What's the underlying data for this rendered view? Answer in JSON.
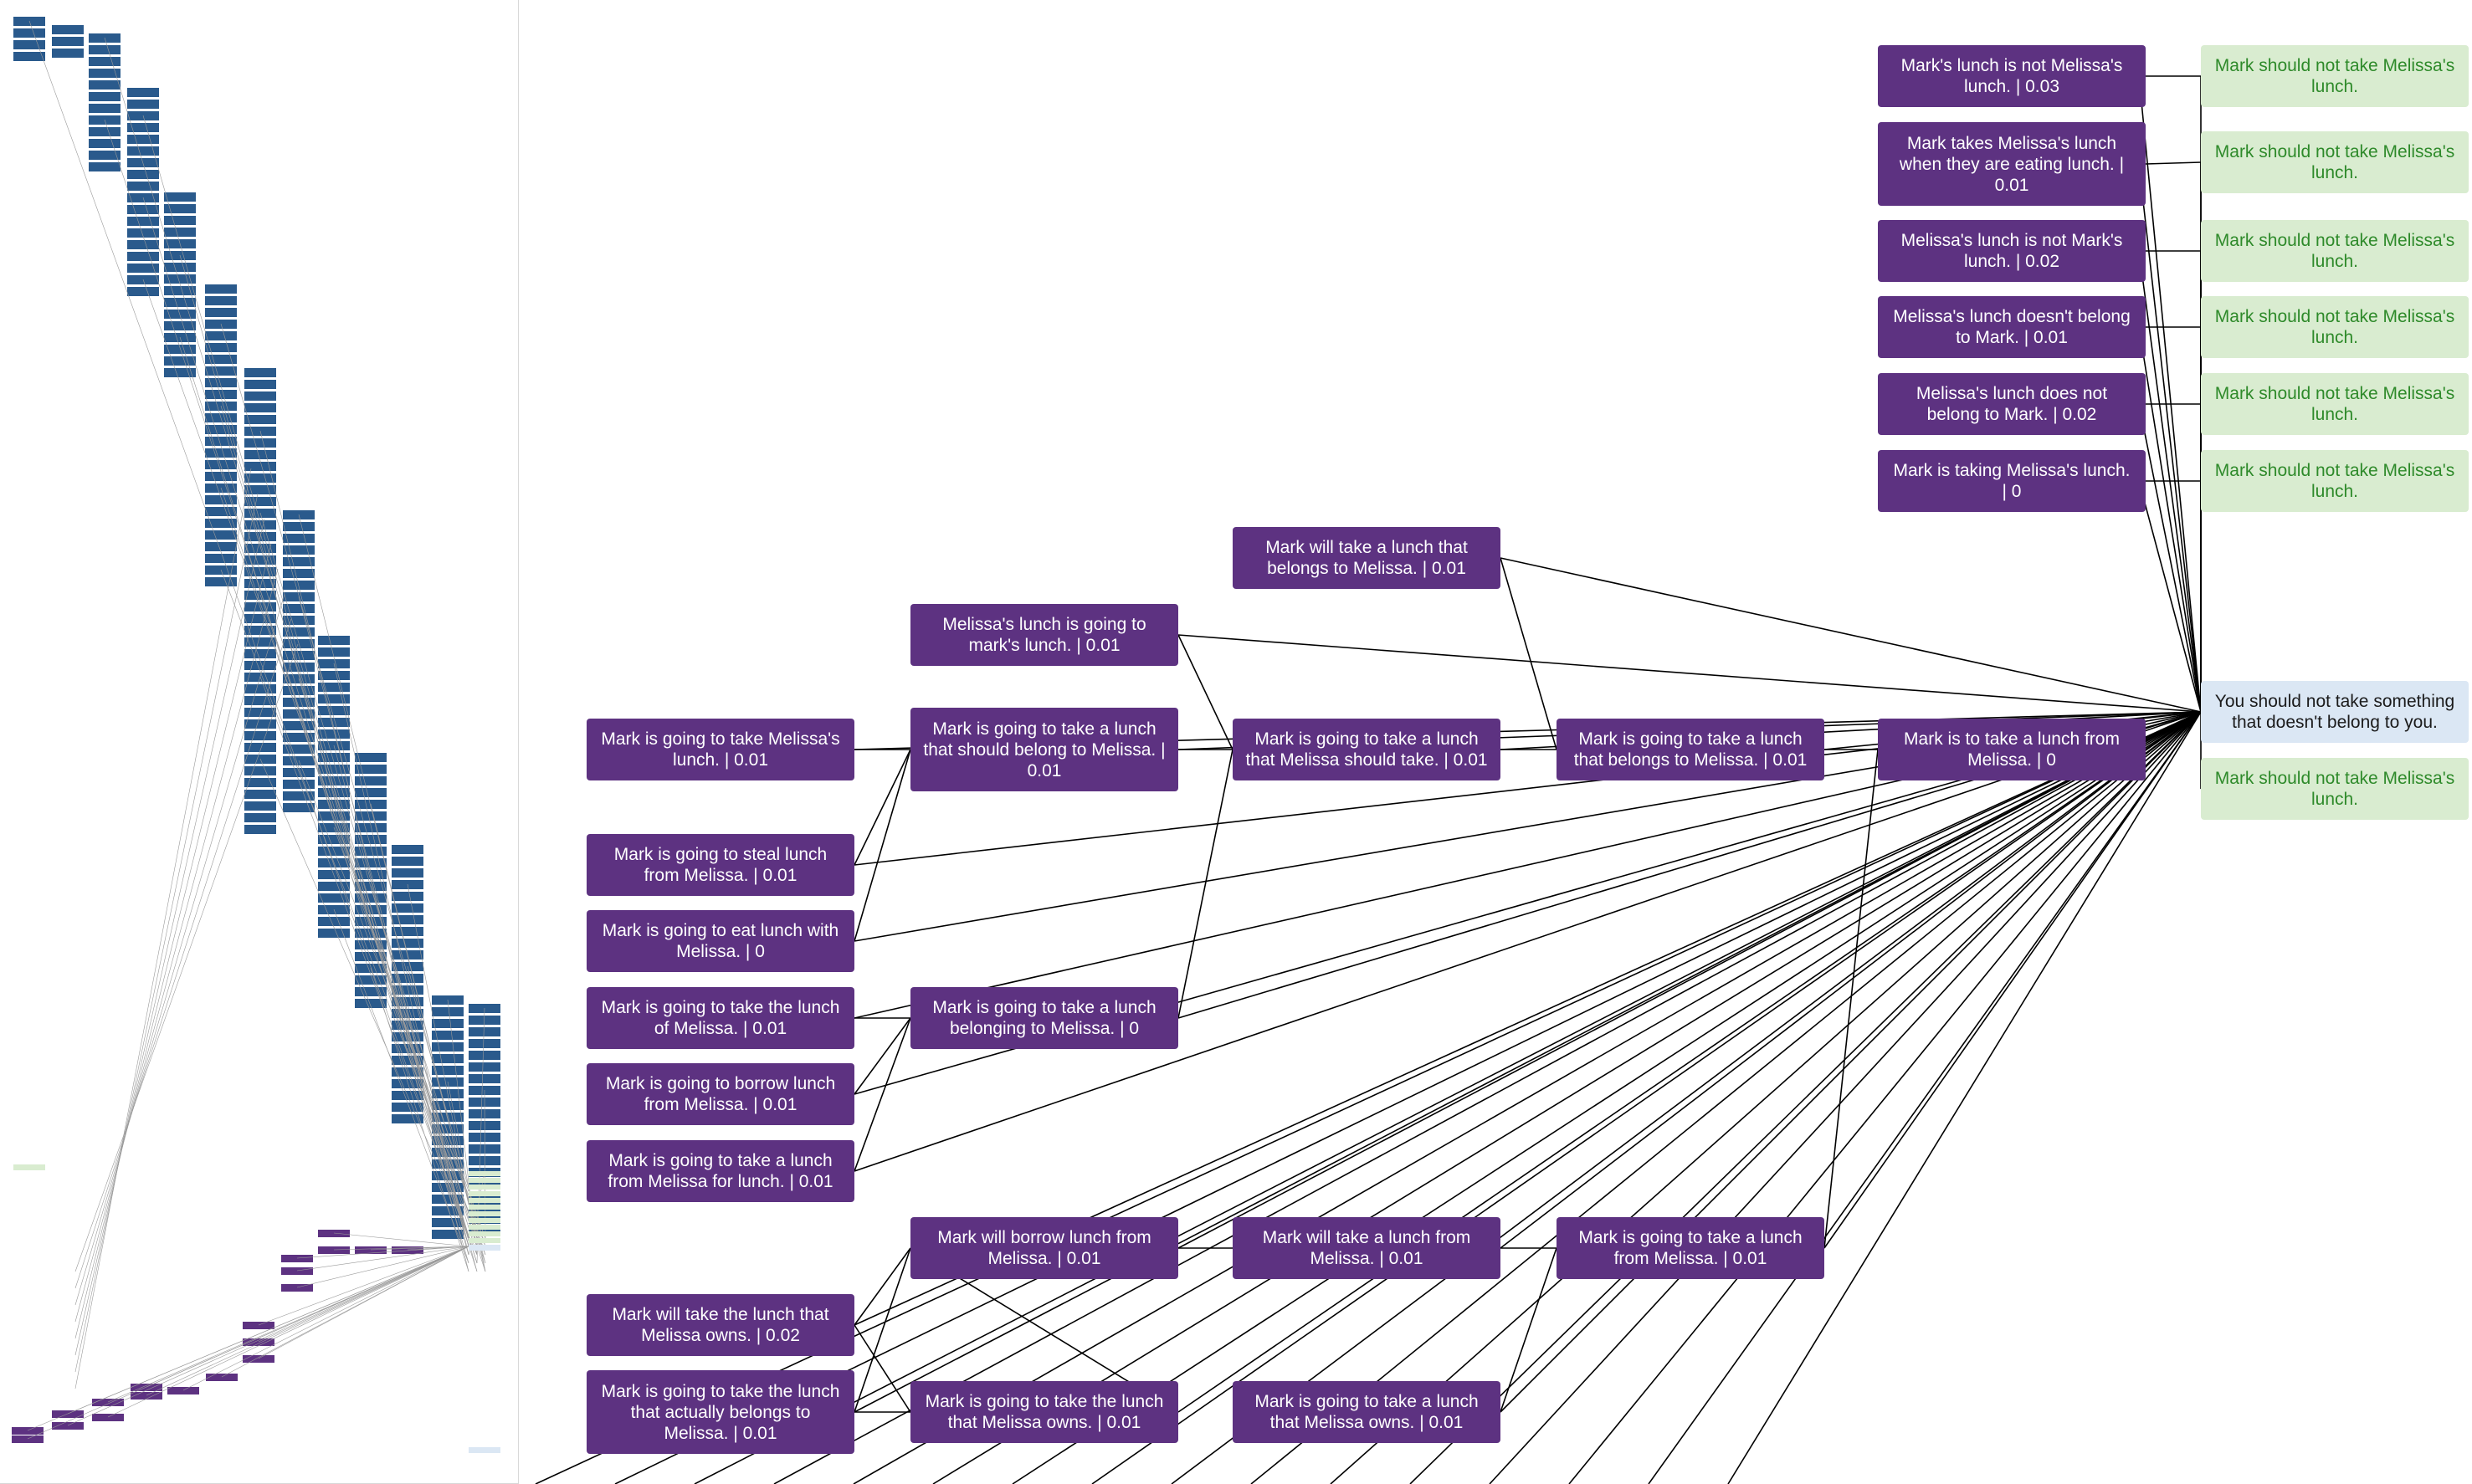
{
  "root": {
    "text": "You should not take something that doesn't belong to you."
  },
  "conclusions": [
    {
      "id": "c1",
      "text": "Mark should not take Melissa's lunch."
    },
    {
      "id": "c2",
      "text": "Mark should not take Melissa's lunch."
    },
    {
      "id": "c3",
      "text": "Mark should not take Melissa's lunch."
    },
    {
      "id": "c4",
      "text": "Mark should not take Melissa's lunch."
    },
    {
      "id": "c5",
      "text": "Mark should not take Melissa's lunch."
    },
    {
      "id": "c6",
      "text": "Mark should not take Melissa's lunch."
    },
    {
      "id": "c7",
      "text": "Mark should not take Melissa's lunch."
    }
  ],
  "premises": [
    {
      "id": "p1",
      "text": "Mark's lunch is not Melissa's lunch. | 0.03"
    },
    {
      "id": "p2",
      "text": "Mark takes Melissa's lunch when they are eating lunch. | 0.01"
    },
    {
      "id": "p3",
      "text": "Melissa's lunch is not Mark's lunch. | 0.02"
    },
    {
      "id": "p4",
      "text": "Melissa's lunch doesn't belong to Mark. | 0.01"
    },
    {
      "id": "p5",
      "text": "Melissa's lunch does not belong to Mark. | 0.02"
    },
    {
      "id": "p6",
      "text": "Mark is taking Melissa's lunch. | 0"
    },
    {
      "id": "p7",
      "text": "Mark is to take a lunch from Melissa. | 0"
    },
    {
      "id": "p8",
      "text": "Mark will take a lunch that belongs to Melissa. | 0.01"
    },
    {
      "id": "p9",
      "text": "Melissa's lunch is going to mark's lunch. | 0.01"
    },
    {
      "id": "p10",
      "text": "Mark is going to take Melissa's lunch. | 0.01"
    },
    {
      "id": "p11",
      "text": "Mark is going to take a lunch that should belong to Melissa. | 0.01"
    },
    {
      "id": "p12",
      "text": "Mark is going to take a lunch that Melissa should take. | 0.01"
    },
    {
      "id": "p13",
      "text": "Mark is going to take a lunch that belongs to Melissa. | 0.01"
    },
    {
      "id": "p14",
      "text": "Mark is going to steal lunch from Melissa. | 0.01"
    },
    {
      "id": "p15",
      "text": "Mark is going to eat lunch with Melissa. | 0"
    },
    {
      "id": "p16",
      "text": "Mark is going to take the lunch of Melissa. | 0.01"
    },
    {
      "id": "p17",
      "text": "Mark is going to take a lunch belonging to Melissa. | 0"
    },
    {
      "id": "p18",
      "text": "Mark is going to borrow lunch from Melissa. | 0.01"
    },
    {
      "id": "p19",
      "text": "Mark is going to take a lunch from Melissa for lunch. | 0.01"
    },
    {
      "id": "p20",
      "text": "Mark will borrow lunch from Melissa. | 0.01"
    },
    {
      "id": "p21",
      "text": "Mark will take a lunch from Melissa. | 0.01"
    },
    {
      "id": "p22",
      "text": "Mark is going to take a lunch from Melissa. | 0.01"
    },
    {
      "id": "p23",
      "text": "Mark will take the lunch that Melissa owns. | 0.02"
    },
    {
      "id": "p24",
      "text": "Mark is going to take the lunch that actually belongs to Melissa. | 0.01"
    },
    {
      "id": "p25",
      "text": "Mark is going to take the lunch that Melissa owns. | 0.01"
    },
    {
      "id": "p26",
      "text": "Mark is going to take a lunch that Melissa owns. | 0.01"
    }
  ],
  "colors": {
    "premise": "#5d3281",
    "conclusion_bg": "#d9ecd0",
    "conclusion_text": "#2e8a2a",
    "root_bg": "#dbe7f4",
    "edge": "#000000",
    "minimap_blue": "#2a5a8c"
  }
}
